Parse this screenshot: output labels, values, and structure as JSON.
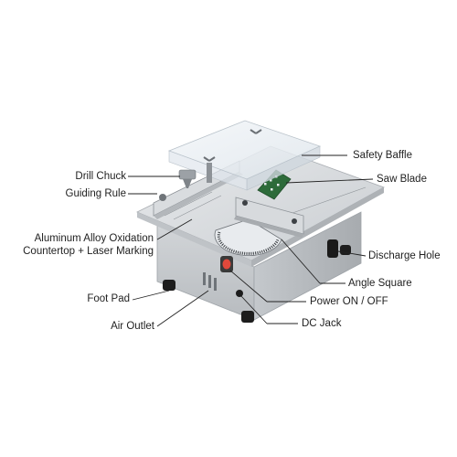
{
  "labels": {
    "safety_baffle": "Safety Baffle",
    "drill_chuck": "Drill Chuck",
    "saw_blade": "Saw Blade",
    "guiding_rule": "Guiding Rule",
    "countertop_line1": "Aluminum Alloy Oxidation",
    "countertop_line2": "Countertop + Laser Marking",
    "discharge_hole": "Discharge Hole",
    "angle_square": "Angle Square",
    "foot_pad": "Foot Pad",
    "power_switch": "Power ON / OFF",
    "air_outlet": "Air Outlet",
    "dc_jack": "DC Jack"
  },
  "colors": {
    "background": "#ffffff",
    "body": "#c9cccf",
    "table_top": "#dcdfe2",
    "acrylic": "#e9eef2",
    "saw_blade": "#2d6b3a",
    "power_button": "#e0483b",
    "leader_line": "#222222"
  }
}
